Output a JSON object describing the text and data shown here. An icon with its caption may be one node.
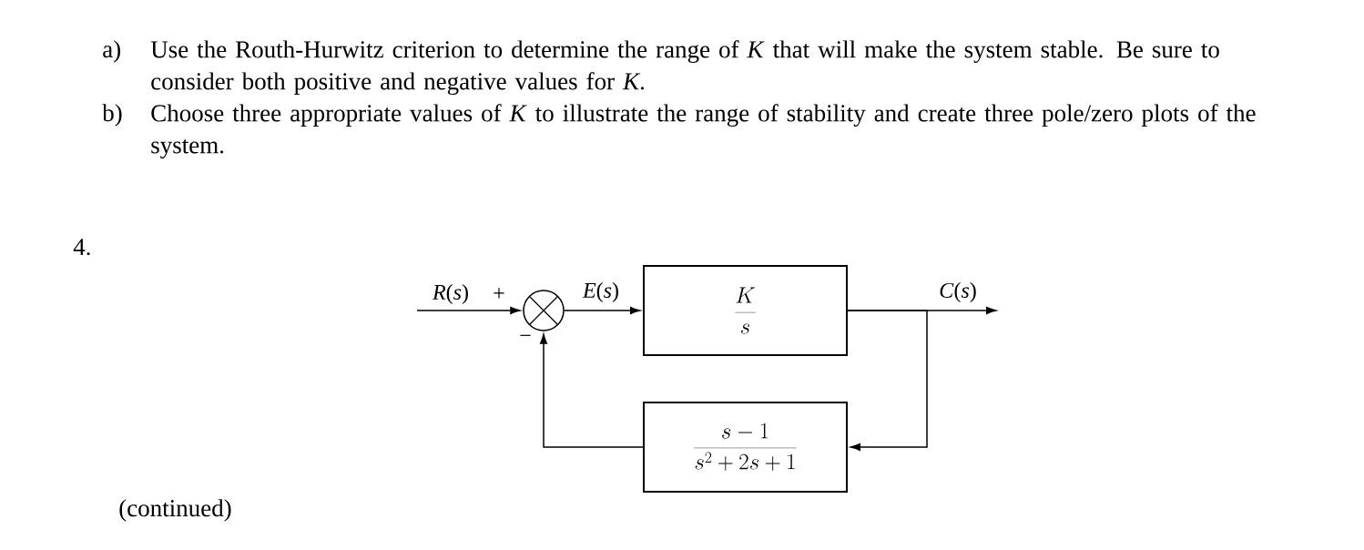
{
  "diagram": {
    "nodes": [
      {
        "text": [],
        "shape": "circle"
      },
      {
        "text": [
          "\\frac{K}{s}"
        ]
      },
      {
        "text": [
          "\\frac{s-1}{s^2+2s+1}"
        ]
      }
    ],
    "edges": [
      {
        "from": null,
        "to": 0,
        "arrow": "to",
        "label": "*R*(*s*)"
      },
      {
        "from": 0,
        "to": 1,
        "arrow": "to",
        "label": "*E*(*s*)"
      },
      {
        "from": 1,
        "to": null,
        "arrow": "to",
        "label": "*C*(*s*)"
      },
      {
        "from": 1,
        "to": 2,
        "arrow": "to"
      },
      {
        "from": 2,
        "to": 0,
        "arrow": "to"
      }
    ],
    "labels": [
      "a)",
      "Use the Routh-Hurwitz criterion to determine the range of *K* that will make the system stable. Be sure to consider both positive and negative values for *K*.",
      "b)",
      "Choose three appropriate values of *K* to illustrate the range of stability and create three pole/zero plots of the system.",
      "4.",
      "+",
      "−",
      "(continued)"
    ]
  }
}
